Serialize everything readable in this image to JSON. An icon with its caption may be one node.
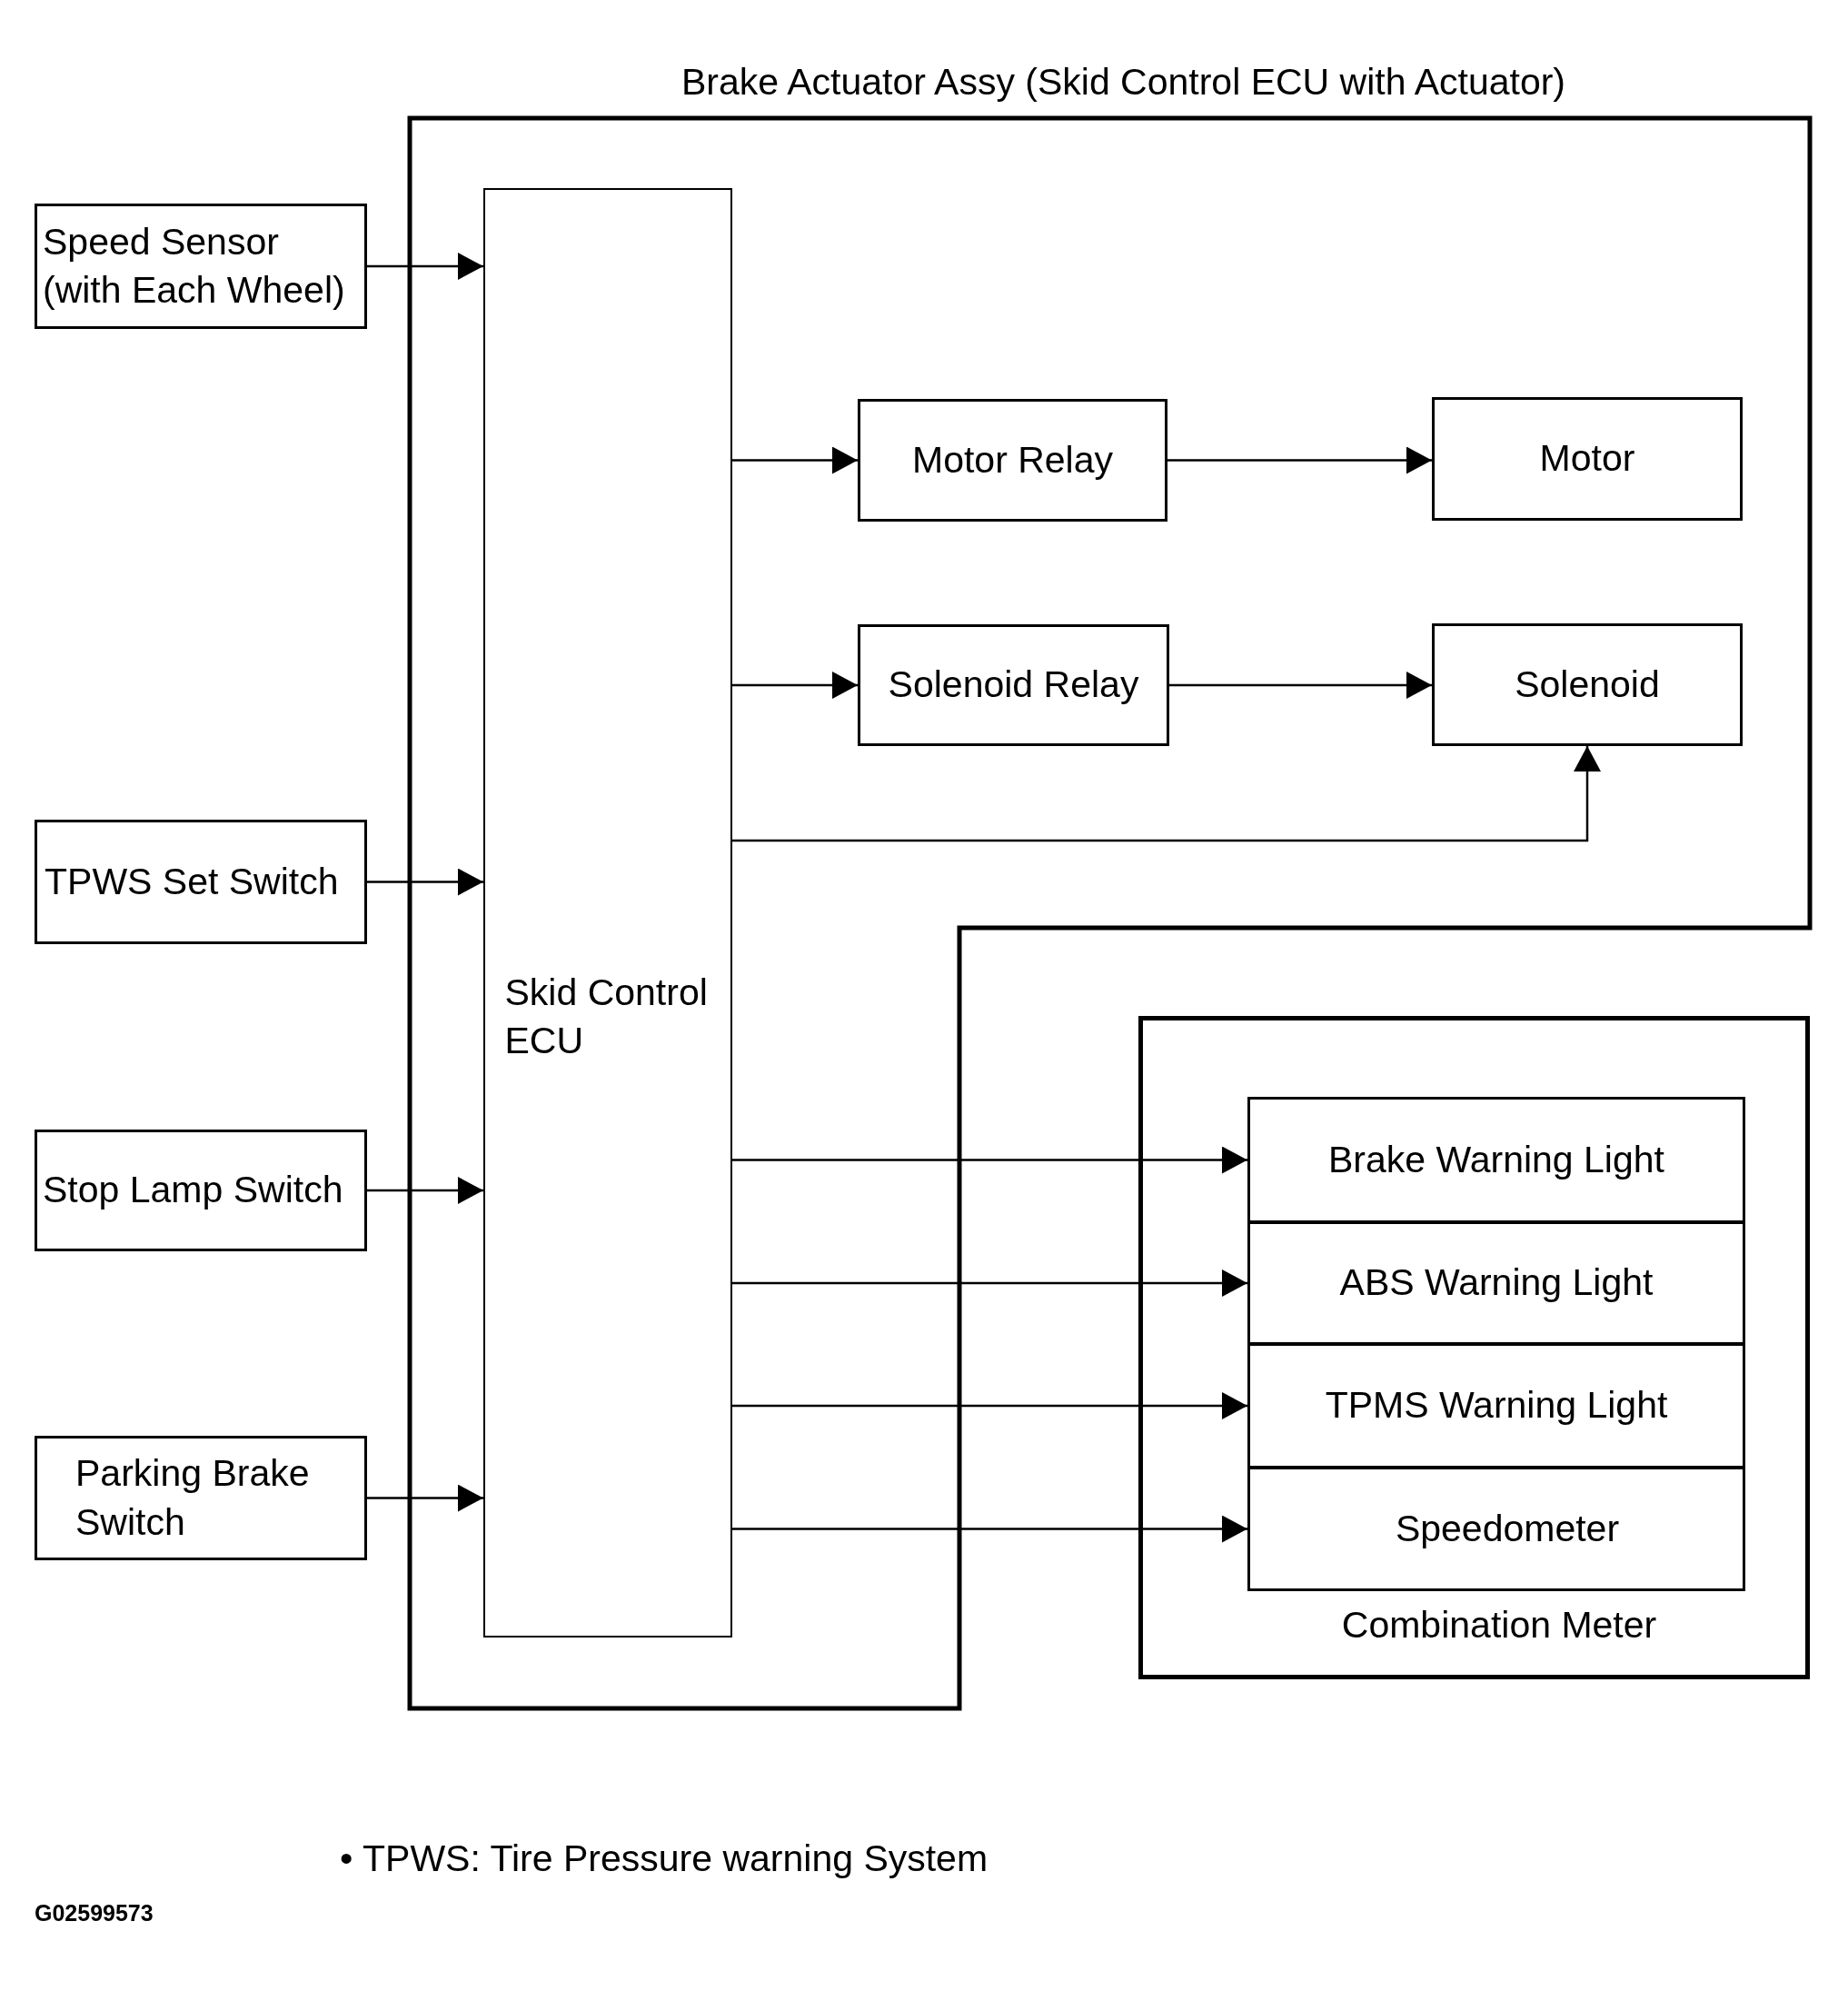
{
  "diagram": {
    "nodes": [
      {
        "text": [
          "Brake Actuator Assy (Skid Control ECU with Actuator)"
        ]
      },
      {
        "text": [
          "Speed Sensor (with Each Wheel)"
        ]
      },
      {
        "text": [
          "Skid Control ECU"
        ],
        "in": 0
      },
      {
        "text": [
          "Motor Relay"
        ],
        "in": 0
      },
      {
        "text": [
          "Motor"
        ],
        "in": 0
      },
      {
        "text": [
          "Solenoid Relay"
        ],
        "in": 0
      },
      {
        "text": [
          "Solenoid"
        ],
        "in": 0
      },
      {
        "text": [
          "TPWS Set Switch"
        ]
      },
      {
        "text": [
          "Stop Lamp Switch"
        ]
      },
      {
        "text": [
          "Parking Brake Switch"
        ]
      },
      {
        "text": [
          "Combination Meter"
        ]
      },
      {
        "text": [
          "Brake Warning Light"
        ],
        "in": 10
      },
      {
        "text": [
          "ABS Warning Light"
        ],
        "in": 10
      },
      {
        "text": [
          "TPMS Warning Light"
        ],
        "in": 10
      },
      {
        "text": [
          "Speedometer"
        ],
        "in": 10
      }
    ],
    "edges": [
      {
        "from": 1,
        "to": 2,
        "arrow": "to"
      },
      {
        "from": 7,
        "to": 2,
        "arrow": "to"
      },
      {
        "from": 8,
        "to": 2,
        "arrow": "to"
      },
      {
        "from": 9,
        "to": 2,
        "arrow": "to"
      },
      {
        "from": 2,
        "to": 3,
        "arrow": "to"
      },
      {
        "from": 3,
        "to": 4,
        "arrow": "to"
      },
      {
        "from": 2,
        "to": 5,
        "arrow": "to"
      },
      {
        "from": 5,
        "to": 6,
        "arrow": "to"
      },
      {
        "from": 2,
        "to": 6,
        "arrow": "to"
      },
      {
        "from": 2,
        "to": 11,
        "arrow": "to"
      },
      {
        "from": 2,
        "to": 12,
        "arrow": "to"
      },
      {
        "from": 2,
        "to": 13,
        "arrow": "to"
      },
      {
        "from": 2,
        "to": 14,
        "arrow": "to"
      }
    ],
    "labels": [
      "• TPWS: Tire Pressure warning System",
      "G02599573"
    ]
  }
}
